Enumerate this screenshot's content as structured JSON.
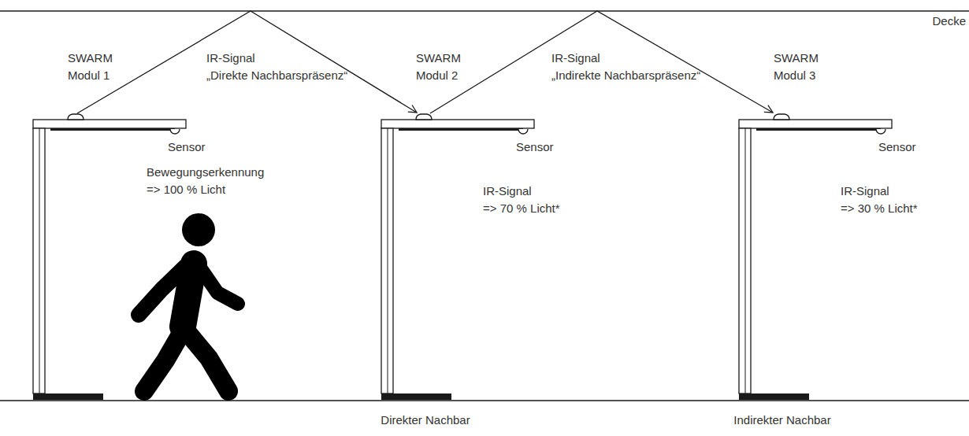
{
  "diagram": {
    "labels": [
      "Decke",
      "SWARM Modul 1",
      "IR-Signal „Direkte Nachbarspräsenz“",
      "SWARM Modul 2",
      "IR-Signal „Indirekte Nachbarspräsenz“",
      "SWARM Modul 3",
      "Sensor",
      "Bewegungserkennung => 100 % Licht",
      "Sensor",
      "IR-Signal => 70 % Licht*",
      "Sensor",
      "IR-Signal => 30 % Licht*",
      "Direkter Nachbar",
      "Indirekter Nachbar"
    ]
  }
}
